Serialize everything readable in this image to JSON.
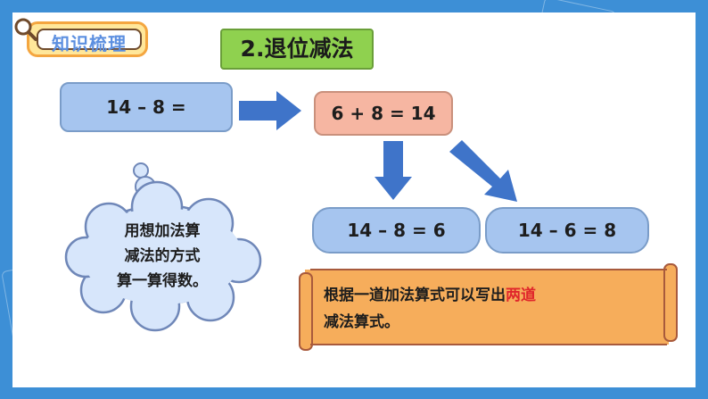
{
  "section_tag": {
    "label": "知识梳理"
  },
  "title": "2.退位减法",
  "equations": {
    "start": "14  –  8 =",
    "addition": "6 + 8 = 14",
    "result_a": "14  –  8 = 6",
    "result_b": "14  –  6 = 8"
  },
  "thought_bubble": {
    "lines": [
      "用想加法算",
      "减法的方式",
      "算一算得数。"
    ]
  },
  "scroll_note": {
    "line1_before": "根据一道加法算式可以写出",
    "line1_highlight": "两道",
    "line2": "减法算式。"
  },
  "colors": {
    "frame": "#3d8fd6",
    "title_green": "#8fd14f",
    "equation_blue": "#a6c5ef",
    "equation_salmon": "#f6b6a2",
    "arrow_blue": "#3f74c9",
    "scroll_orange": "#f6ad5b",
    "highlight_red": "#e0262b"
  }
}
